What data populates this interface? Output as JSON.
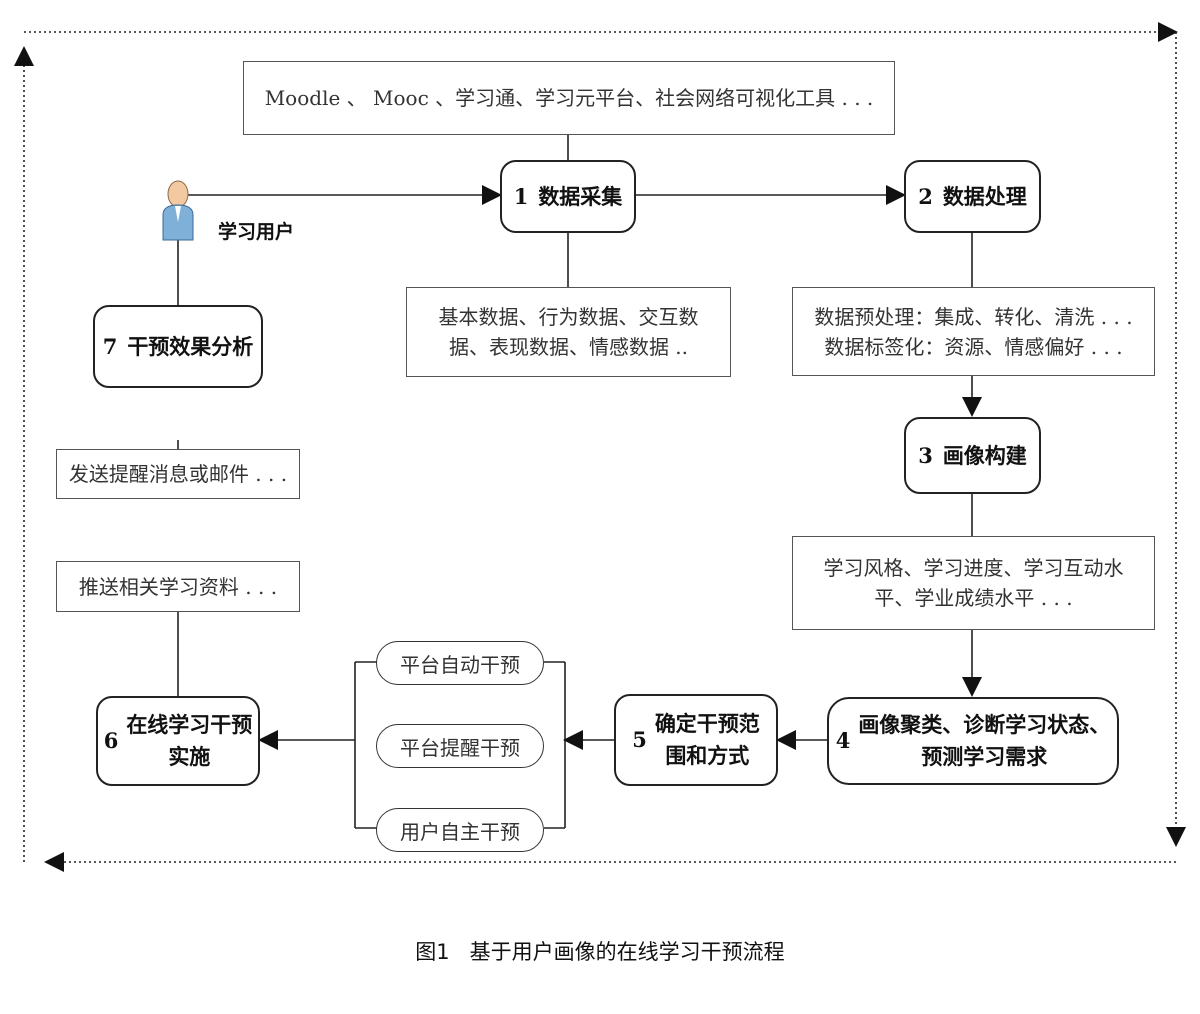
{
  "sources_note": "Moodle 、 Mooc 、学习通、学习元平台、社会网络可视化工具 . . .",
  "user_label": "学习用户",
  "steps": [
    {
      "num": "1",
      "label": "数据采集"
    },
    {
      "num": "2",
      "label": "数据处理"
    },
    {
      "num": "3",
      "label": "画像构建"
    },
    {
      "num": "4",
      "label": "画像聚类、诊断学习状态、",
      "label2": "预测学习需求"
    },
    {
      "num": "5",
      "label": "确定干预范",
      "label2": "围和方式"
    },
    {
      "num": "6",
      "label": "在线学习干预",
      "label2": "实施"
    },
    {
      "num": "7",
      "label": "干预效果分析"
    }
  ],
  "notes": {
    "collected_data_line1": "基本数据、行为数据、交互数",
    "collected_data_line2": "据、表现数据、情感数据 ..",
    "processing_line1": "数据预处理：集成、转化、清洗 . . .",
    "processing_line2": "数据标签化：资源、情感偏好 . . .",
    "profile_line1": "学习风格、学习进度、学习互动水",
    "profile_line2": "平、学业成绩水平 . . .",
    "push_materials": "推送相关学习资料 . . .",
    "send_reminder": "发送提醒消息或邮件 . . ."
  },
  "intervention_types": [
    "平台自动干预",
    "平台提醒干预",
    "用户自主干预"
  ],
  "caption": "图1   基于用户画像的在线学习干预流程"
}
